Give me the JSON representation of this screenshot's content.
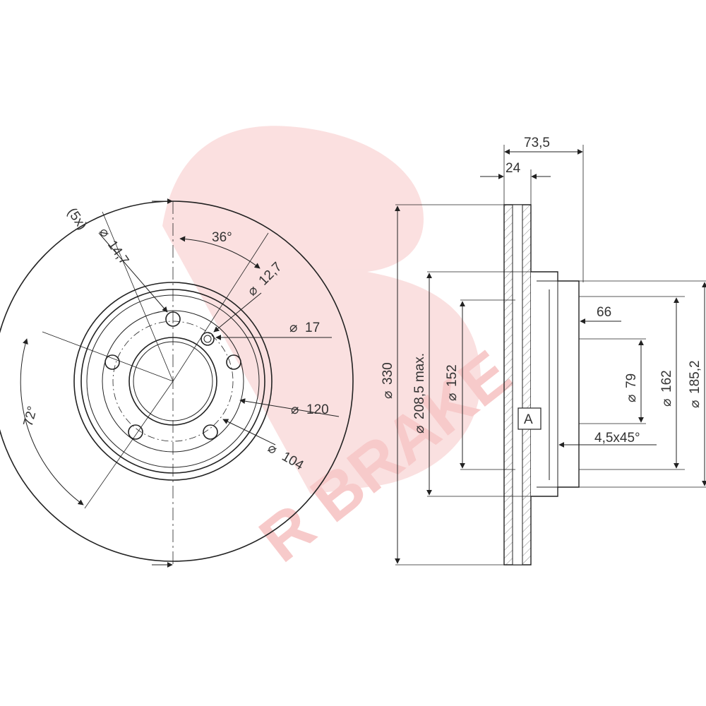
{
  "drawing": {
    "watermark": "R BRAKE",
    "front_view": {
      "bolt_holes": "(5x)",
      "bolt_hole_dia": "14,7",
      "small_hole_dia": "12,7",
      "small_hole_dia2": "17",
      "bolt_angle": "36°",
      "pattern_angle": "72°",
      "pcd": "120",
      "center_bore": "104"
    },
    "side_view": {
      "total_height": "73,5",
      "thickness": "24",
      "outer_dia": "330",
      "braking_dia": "208,5 max.",
      "hat_dia": "152",
      "hat_height": "66",
      "bore_dia": "79",
      "inner_dia": "162",
      "hub_dia": "185,2",
      "chamfer": "4,5x45°",
      "datum": "A"
    },
    "dia_symbol": "⌀"
  }
}
